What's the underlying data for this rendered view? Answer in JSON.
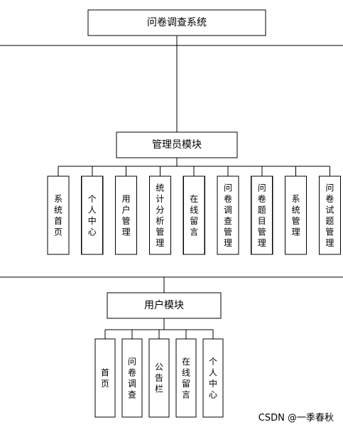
{
  "root": {
    "label": "问卷调查系统"
  },
  "admin_module": {
    "label": "管理员模块",
    "children": [
      "系统首页",
      "个人中心",
      "用户管理",
      "统计分析管理",
      "在线留言",
      "问卷调查管理",
      "问卷题目管理",
      "系统管理",
      "问卷试题管理"
    ]
  },
  "user_module": {
    "label": "用户模块",
    "children": [
      "首页",
      "问卷调查",
      "公告栏",
      "在线留言",
      "个人中心"
    ]
  },
  "watermark": "CSDN @一季春秋"
}
